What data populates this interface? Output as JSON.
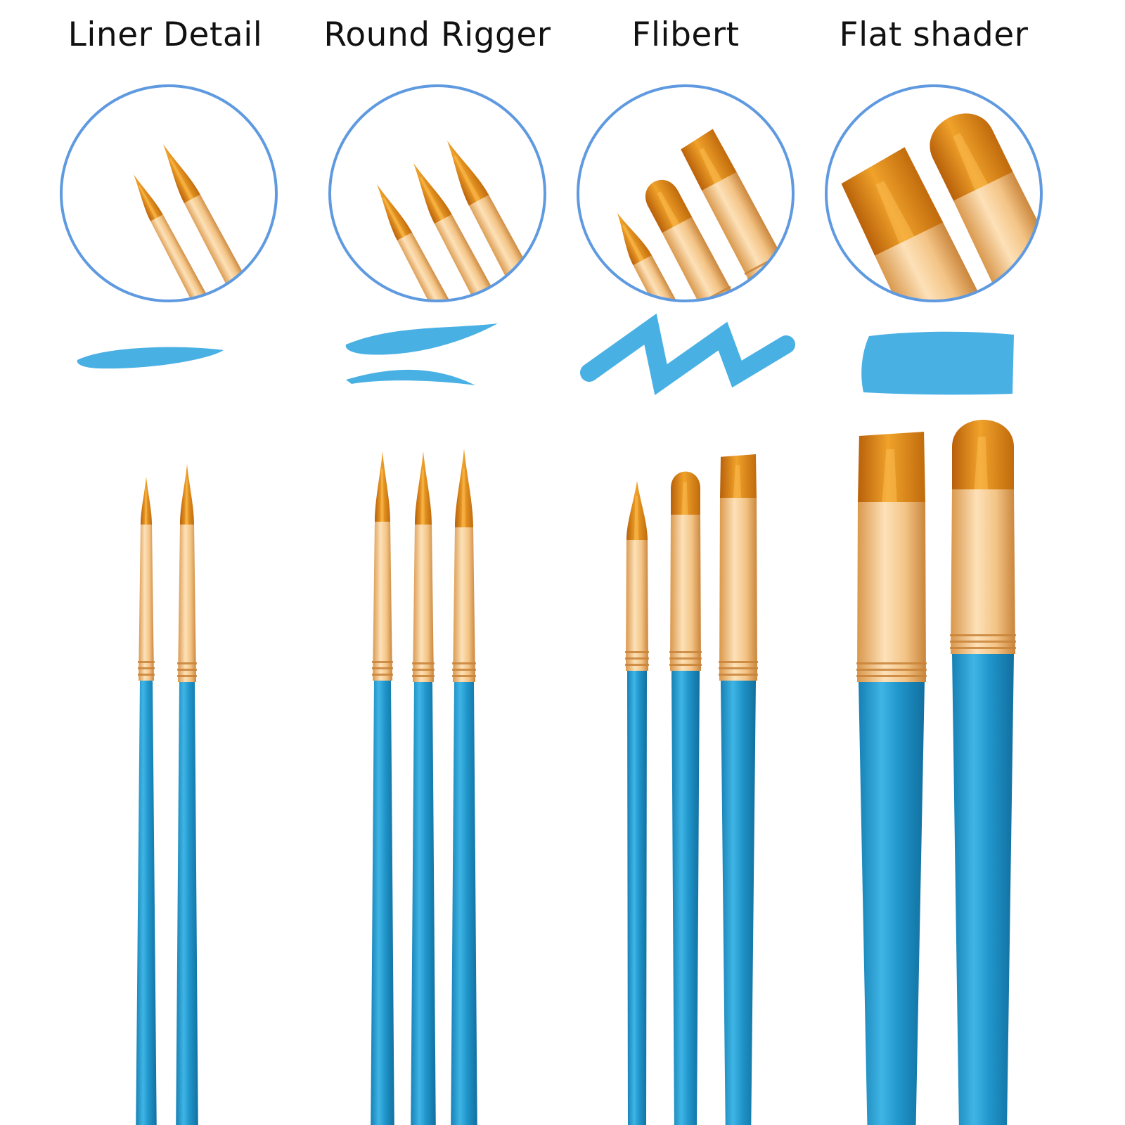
{
  "colors": {
    "background": "#ffffff",
    "ring": "#5f9ae0",
    "paint": "#3aa9e2",
    "handle": "#1f93c6",
    "ferrule": "#f2c488",
    "bristle": "#e08a12"
  },
  "groups": [
    {
      "title": "Liner Detail",
      "brush_count": 2,
      "brush_shape": "pointed",
      "stroke_shape": "single-line"
    },
    {
      "title": "Round Rigger",
      "brush_count": 3,
      "brush_shape": "pointed",
      "stroke_shape": "two-curves"
    },
    {
      "title": "Flibert",
      "brush_count": 3,
      "brush_shape": "mixed",
      "stroke_shape": "zigzag"
    },
    {
      "title": "Flat shader",
      "brush_count": 2,
      "brush_shape": "flat-and-filbert",
      "stroke_shape": "wide-block"
    }
  ]
}
